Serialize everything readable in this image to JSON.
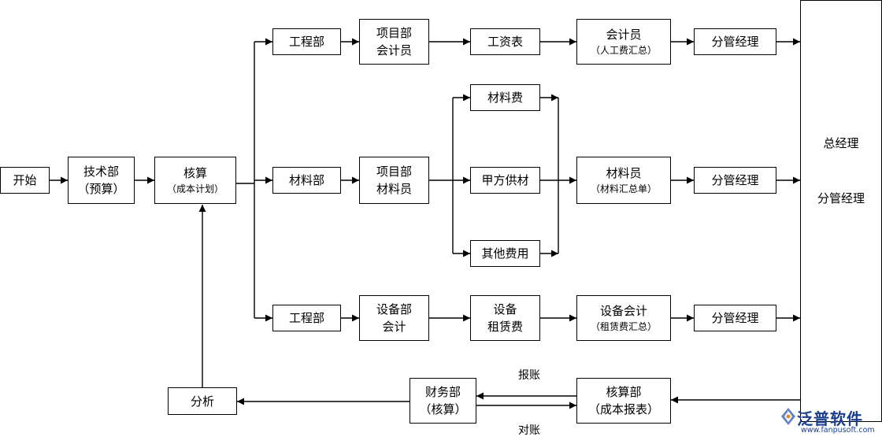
{
  "nodes": {
    "start": "开始",
    "tech_dept": "技术部",
    "tech_dept_sub": "（预算）",
    "accounting": "核算",
    "accounting_sub": "（成本计划）",
    "eng_dept_top": "工程部",
    "proj_accountant_1": "项目部",
    "proj_accountant_2": "会计员",
    "wage_sheet": "工资表",
    "accountant": "会计员",
    "accountant_sub": "（人工费汇总）",
    "manager_top": "分管经理",
    "material_fee": "材料费",
    "material_dept": "材料部",
    "proj_material_1": "项目部",
    "proj_material_2": "材料员",
    "owner_supplied": "甲方供材",
    "material_clerk": "材料员",
    "material_clerk_sub": "（材料汇总单）",
    "manager_mid": "分管经理",
    "other_fees": "其他费用",
    "eng_dept_bottom": "工程部",
    "equip_dept_1": "设备部",
    "equip_dept_2": "会计",
    "equip_rent_1": "设备",
    "equip_rent_2": "租赁费",
    "equip_accounting": "设备会计",
    "equip_accounting_sub": "（租赁费汇总）",
    "manager_bottom": "分管经理",
    "general_manager": "总经理",
    "general_manager_2": "分管经理",
    "analysis": "分析",
    "finance_1": "财务部",
    "finance_2": "（核算）",
    "cost_1": "核算部",
    "cost_2": "（成本报表）"
  },
  "labels": {
    "reimburse": "报账",
    "reconcile": "对账"
  },
  "logo": {
    "name": "泛普软件",
    "url": "www.fanpusoft.com"
  },
  "colors": {
    "line": "#000000",
    "logo": "#1a3f8f"
  }
}
